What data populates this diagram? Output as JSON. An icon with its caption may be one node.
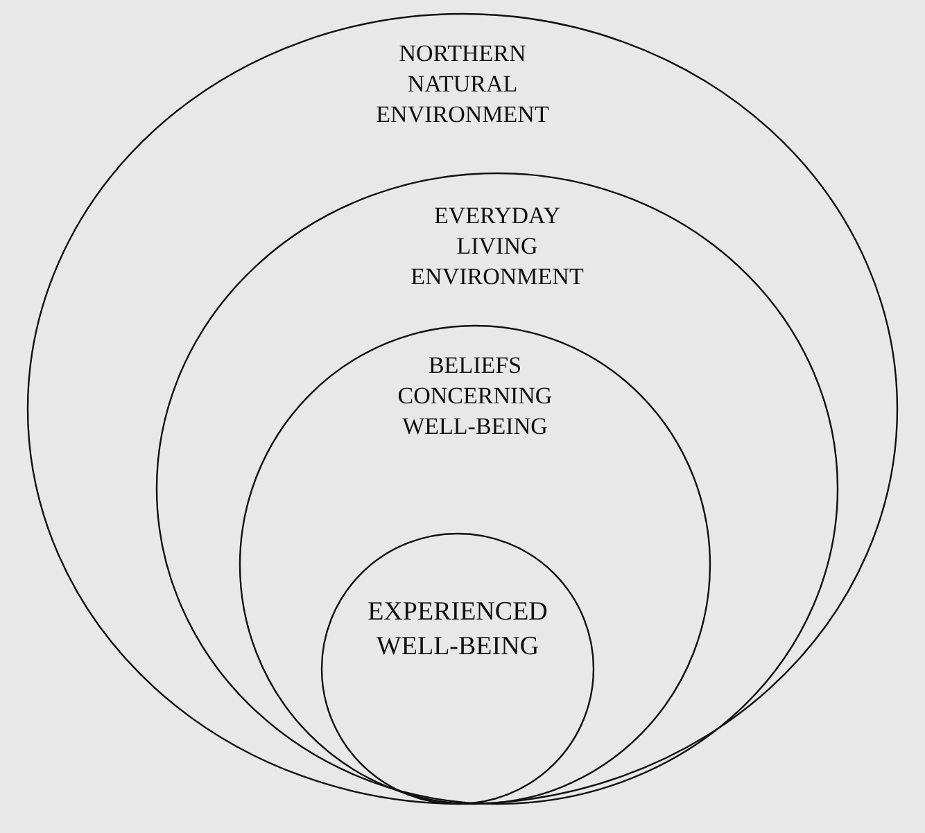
{
  "diagram": {
    "nodes": [
      {
        "text": [
          "NORTHERN NATURAL ENVIRONMENT"
        ]
      },
      {
        "text": [
          "EVERYDAY LIVING ENVIRONMENT"
        ],
        "in": 0
      },
      {
        "text": [
          "BELIEFS CONCERNING WELL-BEING"
        ],
        "in": 1
      },
      {
        "text": [
          "EXPERIENCED WELL-BEING"
        ],
        "in": 2
      }
    ]
  }
}
